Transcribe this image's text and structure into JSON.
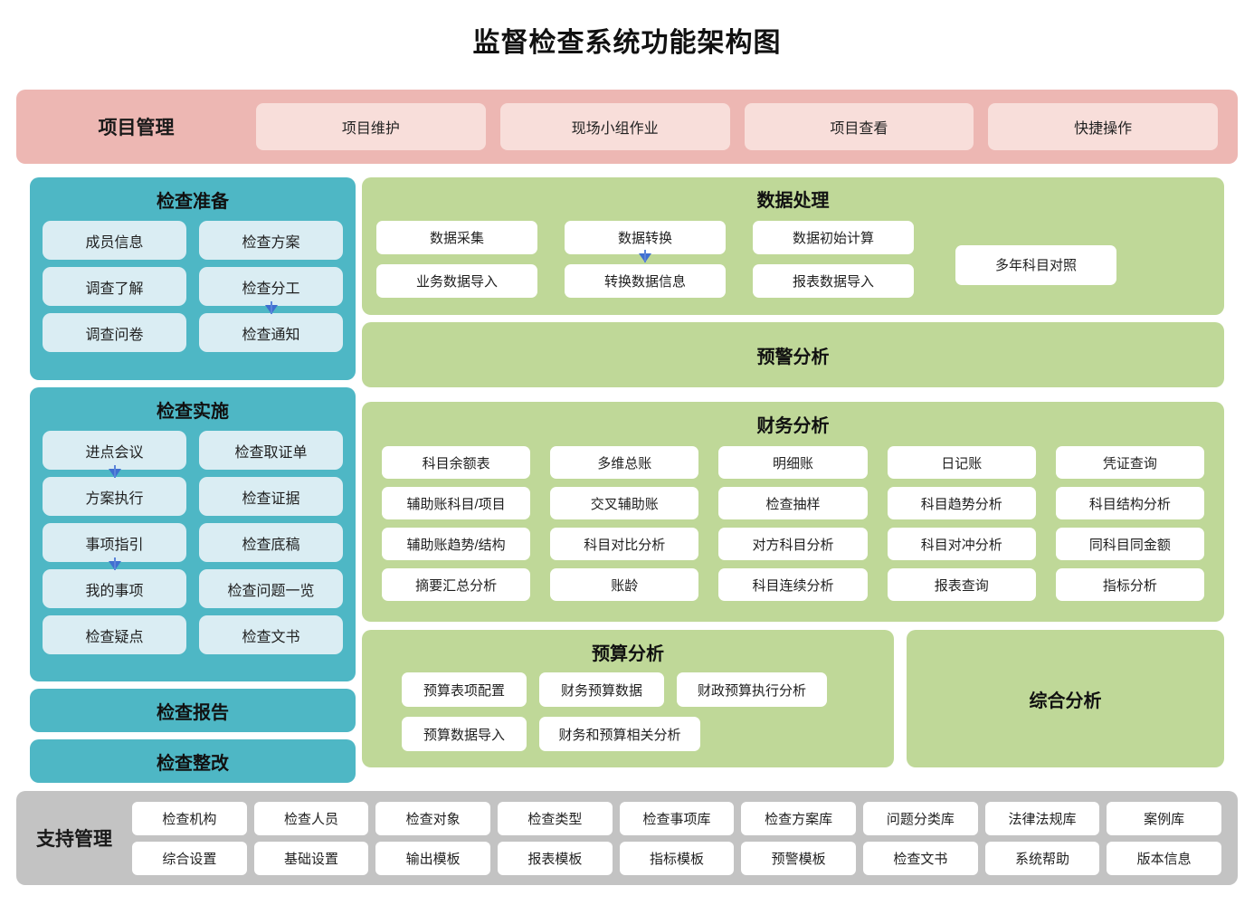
{
  "title": "监督检查系统功能架构图",
  "colors": {
    "pink_band": "#EDB7B3",
    "pink_item": "#F8DEDA",
    "teal_band": "#4EB7C5",
    "teal_item": "#DAEDF3",
    "green_band": "#BFD898",
    "gray_band": "#C3C3C3",
    "white_item": "#FFFFFF",
    "arrow": "#3F6FD0"
  },
  "project_management": {
    "label": "项目管理",
    "items": [
      {
        "label": "项目维护"
      },
      {
        "label": "现场小组作业"
      },
      {
        "label": "项目查看"
      },
      {
        "label": "快捷操作"
      }
    ]
  },
  "inspection_prepare": {
    "title": "检查准备",
    "cells": [
      {
        "label": "成员信息",
        "arrow": false
      },
      {
        "label": "检查方案",
        "arrow": false
      },
      {
        "label": "调查了解",
        "arrow": false
      },
      {
        "label": "检查分工",
        "arrow": true
      },
      {
        "label": "调查问卷",
        "arrow": false
      },
      {
        "label": "检查通知",
        "arrow": false
      }
    ]
  },
  "inspection_execute": {
    "title": "检查实施",
    "cells": [
      {
        "label": "进点会议",
        "arrow": true
      },
      {
        "label": "检查取证单",
        "arrow": false
      },
      {
        "label": "方案执行",
        "arrow": false
      },
      {
        "label": "检查证据",
        "arrow": false
      },
      {
        "label": "事项指引",
        "arrow": true
      },
      {
        "label": "检查底稿",
        "arrow": false
      },
      {
        "label": "我的事项",
        "arrow": false
      },
      {
        "label": "检查问题一览",
        "arrow": false
      },
      {
        "label": "检查疑点",
        "arrow": false
      },
      {
        "label": "检查文书",
        "arrow": false
      }
    ]
  },
  "inspection_report": {
    "title": "检查报告"
  },
  "inspection_rectify": {
    "title": "检查整改"
  },
  "data_processing": {
    "title": "数据处理",
    "columns": [
      {
        "cells": [
          {
            "label": "数据采集",
            "arrow": false
          },
          {
            "label": "业务数据导入",
            "arrow": false
          }
        ]
      },
      {
        "cells": [
          {
            "label": "数据转换",
            "arrow": true
          },
          {
            "label": "转换数据信息",
            "arrow": false
          }
        ]
      },
      {
        "cells": [
          {
            "label": "数据初始计算",
            "arrow": false
          },
          {
            "label": "报表数据导入",
            "arrow": false
          }
        ]
      }
    ],
    "wide_cell": {
      "label": "多年科目对照"
    }
  },
  "warning_analysis": {
    "title": "预警分析"
  },
  "financial_analysis": {
    "title": "财务分析",
    "cells": [
      {
        "label": "科目余额表"
      },
      {
        "label": "多维总账"
      },
      {
        "label": "明细账"
      },
      {
        "label": "日记账"
      },
      {
        "label": "凭证查询"
      },
      {
        "label": "辅助账科目/项目"
      },
      {
        "label": "交叉辅助账"
      },
      {
        "label": "检查抽样"
      },
      {
        "label": "科目趋势分析"
      },
      {
        "label": "科目结构分析"
      },
      {
        "label": "辅助账趋势/结构"
      },
      {
        "label": "科目对比分析"
      },
      {
        "label": "对方科目分析"
      },
      {
        "label": "科目对冲分析"
      },
      {
        "label": "同科目同金额"
      },
      {
        "label": "摘要汇总分析"
      },
      {
        "label": "账龄"
      },
      {
        "label": "科目连续分析"
      },
      {
        "label": "报表查询"
      },
      {
        "label": "指标分析"
      }
    ]
  },
  "budget_analysis": {
    "title": "预算分析",
    "rows": [
      [
        {
          "label": "预算表项配置",
          "width": 138
        },
        {
          "label": "财务预算数据",
          "width": 138
        },
        {
          "label": "财政预算执行分析",
          "width": 166
        }
      ],
      [
        {
          "label": "预算数据导入",
          "width": 138
        },
        {
          "label": "财务和预算相关分析",
          "width": 178
        }
      ]
    ]
  },
  "comprehensive_analysis": {
    "title": "综合分析"
  },
  "support_management": {
    "label": "支持管理",
    "cells": [
      {
        "label": "检查机构"
      },
      {
        "label": "检查人员"
      },
      {
        "label": "检查对象"
      },
      {
        "label": "检查类型"
      },
      {
        "label": "检查事项库"
      },
      {
        "label": "检查方案库"
      },
      {
        "label": "问题分类库"
      },
      {
        "label": "法律法规库"
      },
      {
        "label": "案例库"
      },
      {
        "label": "综合设置"
      },
      {
        "label": "基础设置"
      },
      {
        "label": "输出模板"
      },
      {
        "label": "报表模板"
      },
      {
        "label": "指标模板"
      },
      {
        "label": "预警模板"
      },
      {
        "label": "检查文书"
      },
      {
        "label": "系统帮助"
      },
      {
        "label": "版本信息"
      }
    ]
  }
}
